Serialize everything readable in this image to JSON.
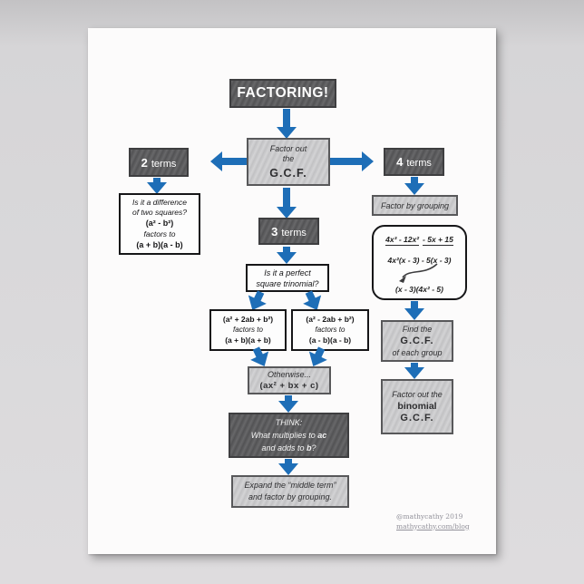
{
  "poster": {
    "title": "FACTORING!",
    "footer": {
      "credit": "@mathycathy 2019",
      "url": "mathycathy.com/blog"
    },
    "colors": {
      "arrow_blue": "#1e6eb7",
      "dark_box_bg": "#59595b",
      "light_box_bg": "#c9c9cb",
      "paper": "#fcfbfb",
      "backdrop": "#d8d7d9"
    }
  },
  "nodes": {
    "gcf": {
      "line1": "Factor out",
      "line2": "the",
      "line3": "G.C.F."
    },
    "two_terms": {
      "number": "2",
      "word": "terms"
    },
    "three_terms": {
      "number": "3",
      "word": "terms"
    },
    "four_terms": {
      "number": "4",
      "word": "terms"
    },
    "diff_squares": {
      "q1": "Is it a difference",
      "q2": "of two squares?",
      "formula": "(a² - b²)",
      "factors_to": "factors to",
      "result": "(a + b)(a - b)"
    },
    "perfect_square": {
      "q1": "Is it a perfect",
      "q2": "square trinomial?"
    },
    "plus_case": {
      "formula": "(a² + 2ab + b²)",
      "factors_to": "factors to",
      "result": "(a + b)(a + b)"
    },
    "minus_case": {
      "formula": "(a² - 2ab + b²)",
      "factors_to": "factors to",
      "result": "(a - b)(a - b)"
    },
    "otherwise": {
      "label": "Otherwise...",
      "formula": "(ax² + bx + c)"
    },
    "think": {
      "heading": "THINK:",
      "line2_pre": "What multiplies to ",
      "line2_bold": "ac",
      "line3_pre": "and adds to ",
      "line3_bold": "b",
      "line3_post": "?"
    },
    "expand": {
      "line1": "Expand the “middle term”",
      "line2": "and factor by grouping."
    },
    "factor_by_grouping": {
      "label": "Factor by grouping"
    },
    "grouping_work": {
      "group1": "4x³ - 12x²",
      "group2": "- 5x + 15",
      "step2": "4x²(x - 3) - 5(x - 3)",
      "step3": "(x - 3)(4x² - 5)"
    },
    "find_gcf": {
      "line1": "Find the",
      "line2": "G.C.F.",
      "line3": "of each group"
    },
    "binomial_gcf": {
      "line1": "Factor out the",
      "line2": "binomial",
      "line3": "G.C.F."
    }
  }
}
